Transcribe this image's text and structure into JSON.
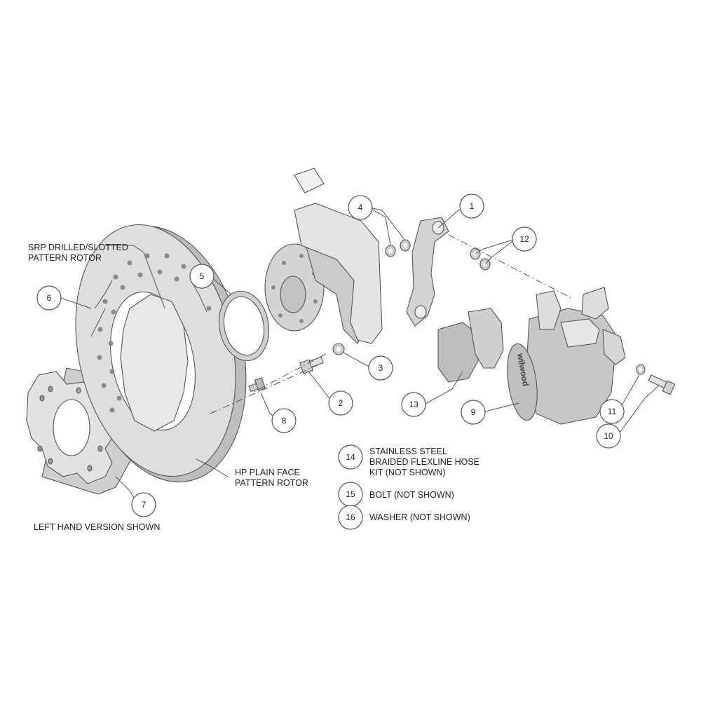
{
  "callouts": [
    {
      "n": "1"
    },
    {
      "n": "2"
    },
    {
      "n": "3"
    },
    {
      "n": "4"
    },
    {
      "n": "5"
    },
    {
      "n": "6"
    },
    {
      "n": "7"
    },
    {
      "n": "8"
    },
    {
      "n": "9"
    },
    {
      "n": "10"
    },
    {
      "n": "11"
    },
    {
      "n": "12"
    },
    {
      "n": "13"
    }
  ],
  "labels": {
    "srp_line1": "SRP DRILLED/SLOTTED",
    "srp_line2": "PATTERN ROTOR",
    "hp_line1": "HP PLAIN FACE",
    "hp_line2": "PATTERN ROTOR",
    "left_hand": "LEFT HAND VERSION SHOWN"
  },
  "notes": [
    {
      "n": "14",
      "lines": [
        "STAINLESS STEEL",
        "BRAIDED FLEXLINE HOSE",
        "KIT (NOT SHOWN)"
      ]
    },
    {
      "n": "15",
      "lines": [
        "BOLT (NOT SHOWN)"
      ]
    },
    {
      "n": "16",
      "lines": [
        "WASHER (NOT SHOWN)"
      ]
    }
  ],
  "branding": {
    "logo_text": "wilwood"
  },
  "colors": {
    "part_fill": "#d8d8d8",
    "part_dark": "#b4b4b4",
    "line": "#555555"
  }
}
